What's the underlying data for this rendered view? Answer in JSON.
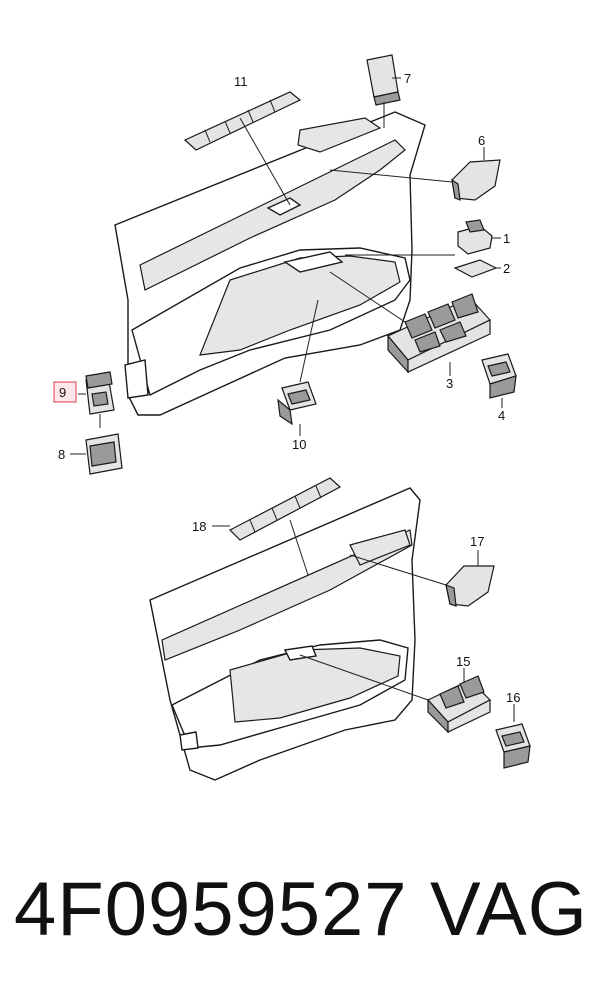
{
  "diagram": {
    "callouts": [
      "1",
      "2",
      "3",
      "4",
      "6",
      "7",
      "8",
      "9",
      "10",
      "11",
      "15",
      "16",
      "17",
      "18"
    ],
    "selected_callout": "9"
  },
  "footer": {
    "part_number": "4F0959527",
    "brand": "VAG"
  }
}
